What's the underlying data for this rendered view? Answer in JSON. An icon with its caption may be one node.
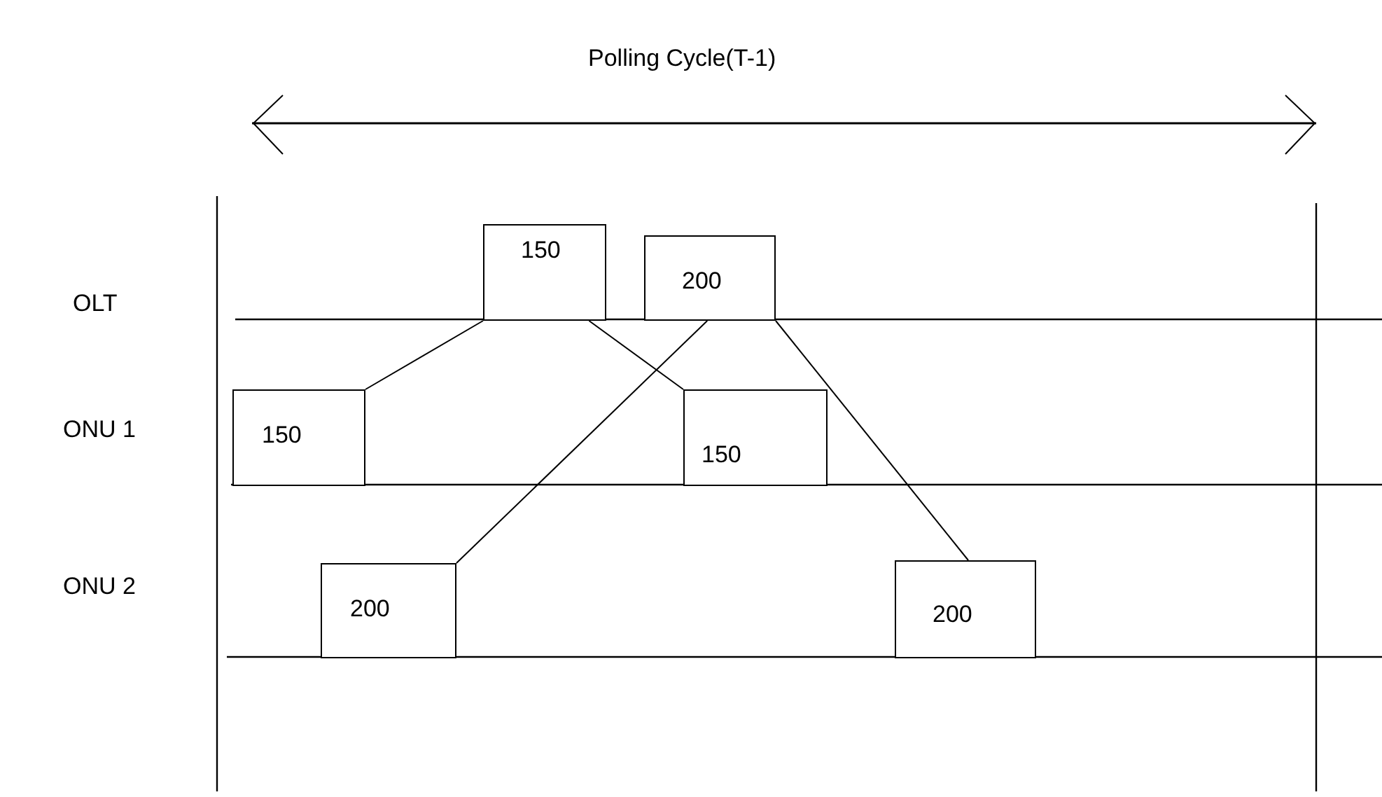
{
  "diagram": {
    "nodes": [
      {
        "text": [
          "150"
        ]
      },
      {
        "text": [
          "200"
        ]
      },
      {
        "text": [
          "150"
        ]
      },
      {
        "text": [
          "150"
        ]
      },
      {
        "text": [
          "200"
        ]
      },
      {
        "text": [
          "200"
        ]
      }
    ],
    "edges": [
      {
        "from": 2,
        "to": 0,
        "arrow": "none"
      },
      {
        "from": 0,
        "to": 3,
        "arrow": "none"
      },
      {
        "from": 4,
        "to": 1,
        "arrow": "none"
      },
      {
        "from": 1,
        "to": 5,
        "arrow": "none"
      }
    ],
    "labels": [
      "Polling Cycle(T-1)",
      "OLT",
      "ONU 1",
      "ONU 2"
    ]
  }
}
